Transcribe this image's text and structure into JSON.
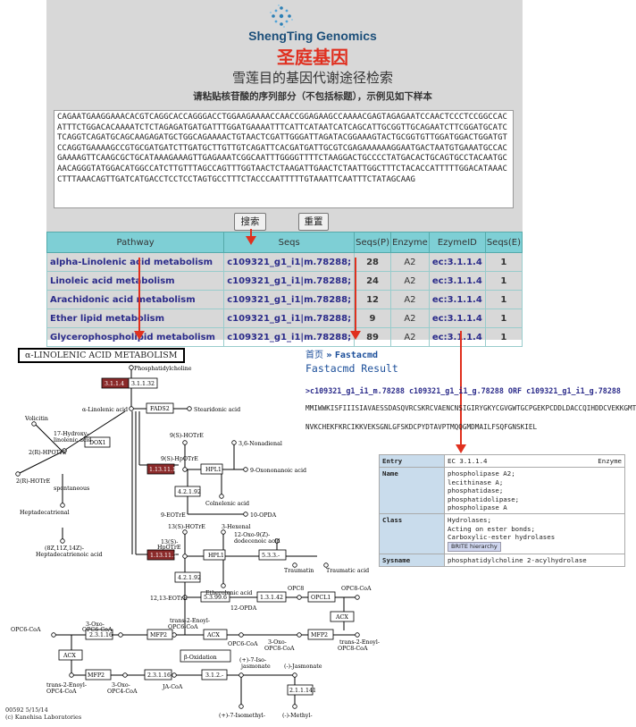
{
  "header": {
    "brand_en": "ShengTing Genomics",
    "brand_cn": "圣庭基因",
    "page_title": "雪莲目的基因代谢途径检索",
    "instruction": "请粘贴核苷酸的序列部分（不包括标题），示例见如下样本"
  },
  "input": {
    "sequence": "CAGAATGAAGGAAACACGTCAGGCACCAGGGACCTGGAAGAAAACCAACCGGAGAAGCCAAAACGAGTAGAGAATCCAACTCCCTCCGGCCACATTTCTGGACACAAAATCTCTAGAGATGATGATTTGGATGAAAATTTCATTCATAATCATCAGCATTGCGGTTGCAGAATCTTCGGATGCATCTCAGGTCAGATGCAGCAAGAGATGCTGGCAGAAAACTGTAACTCGATTGGGATTAGATACGGAAAGTACTGCGGTGTTGGATGGACTGGATGTCCAGGTGAAAAGCCGTGCGATGATCTTGATGCTTGTTGTCAGATTCACGATGATTGCGTCGAGAAAAAAGGAATGACTAATGTGAAATGCCACGAAAAGTTCAAGCGCTGCATAAAGAAAGTTGAGAAATCGGCAATTTGGGGTTTTCTAAGGACTGCCCCTATGACACTGCAGTGCCTACAATGCAACAGGGTATGGACATGGCCATCTTGTTTAGCCAGTTTGGTAACTCTAAGATTGAACTCTAATTGGCTTTCTACACCATTTTTGGACATAAACCTTTAAACAGTTGATCATGACCTCCTCCTAGTGCCTTTCTACCCAATTTTTGTAAATTCAATTTCTATAGCAAG",
    "search_label": "搜索",
    "reset_label": "重置"
  },
  "results": {
    "headers": [
      "Pathway",
      "Seqs",
      "Seqs(P)",
      "Enzyme",
      "EzymeID",
      "Seqs(E)"
    ],
    "rows": [
      {
        "pathway": "alpha-Linolenic acid metabolism",
        "seqs": "c109321_g1_i1|m.78288;",
        "seqs_p": "28",
        "enzyme": "A2",
        "ezyme_id": "ec:3.1.1.4",
        "seqs_e": "1"
      },
      {
        "pathway": "Linoleic acid metabolism",
        "seqs": "c109321_g1_i1|m.78288;",
        "seqs_p": "24",
        "enzyme": "A2",
        "ezyme_id": "ec:3.1.1.4",
        "seqs_e": "1"
      },
      {
        "pathway": "Arachidonic acid metabolism",
        "seqs": "c109321_g1_i1|m.78288;",
        "seqs_p": "12",
        "enzyme": "A2",
        "ezyme_id": "ec:3.1.1.4",
        "seqs_e": "1"
      },
      {
        "pathway": "Ether lipid metabolism",
        "seqs": "c109321_g1_i1|m.78288;",
        "seqs_p": "9",
        "enzyme": "A2",
        "ezyme_id": "ec:3.1.1.4",
        "seqs_e": "1"
      },
      {
        "pathway": "Glycerophospholipid metabolism",
        "seqs": "c109321_g1_i1|m.78288;",
        "seqs_p": "89",
        "enzyme": "A2",
        "ezyme_id": "ec:3.1.1.4",
        "seqs_e": "1"
      }
    ]
  },
  "kegg": {
    "title": "α-LINOLENIC ACID METABOLISM",
    "footer_line1": "00592 5/15/14",
    "footer_line2": "(c) Kanehisa Laboratories",
    "labels": {
      "phosphatidylcholine": "Phosphatidylcholine",
      "e3114": "3.1.1.4",
      "e31132": "3.1.1.32",
      "alpha_linolenic": "α-Linolenic acid",
      "fads2": "FADS2",
      "stearidonic": "Stearidonic acid",
      "volicitin": "Volicitin",
      "hydroxy17": "17-Hydroxy-",
      "linolenic_acid": "linolenic acid",
      "r2_hpotre": "2(R)-HPOTrE",
      "dox1": "DOX1",
      "r2_hotre": "2(R)-HOTrE",
      "spontaneous": "spontaneous",
      "heptadecatrienal": "Heptadecatrienal",
      "z8": "(8Z,11Z,14Z)-",
      "heptadecatrienoic": "Heptadecatrienoic acid",
      "s9_hotre": "9(S)-HOTrE",
      "s9_hpotre": "9(S)-HpOTrE",
      "e113112": "1.13.11.12",
      "hpl1": "HPL1",
      "nonadienal": "3,6-Nonadienal",
      "oxononanoic": "9-Oxononanoic acid",
      "colnelenic": "Colnelenic acid",
      "e42192": "4.2.1.92",
      "opda10": "10-OPDA",
      "eotre9": "9-EOTrE",
      "s13_hotre": "13(S)-HOTrE",
      "hexenal": "3-Hexenal",
      "s13": "13(S)-",
      "hpotre": "HpOTrE",
      "oxo12a": "12-Oxo-9(Z)-",
      "oxo12b": "dodecenoic acid",
      "e533": "5.3.3.-",
      "traumatin": "Traumatin",
      "traumatic": "Traumatic acid",
      "etherolenic": "Etherolenic acid",
      "eotre12": "12,13-EOTrE",
      "e53996": "5.3.99.6",
      "e13142": "1.3.1.42",
      "opc8": "OPC8",
      "opc8coa": "OPC8-CoA",
      "opcl1": "OPCL1",
      "opda12": "12-OPDA",
      "acx": "ACX",
      "opc6coa": "OPC6-CoA",
      "oxo3": "3-Oxo-",
      "trans2": "trans-2-Enoyl-",
      "e23116": "2.3.1.16",
      "mfp2": "MFP2",
      "beta_ox": "β-Oxidation",
      "opc4coa": "OPC4-CoA",
      "jacoa": "JA-CoA",
      "e312": "3.1.2.-",
      "iso7a": "(+)-7-Iso-",
      "iso7b": "jasmonate",
      "jasmonate_minus": "(-)-Jasmonate",
      "e211141": "2.1.1.141",
      "isomethyl": "(+)-7-Isomethyl-",
      "methyl": "(-)-Methyl-"
    }
  },
  "fasta": {
    "breadcrumb_home": "首页",
    "breadcrumb_sep": "»",
    "breadcrumb_current": "Fastacmd",
    "title": "Fastacmd Result",
    "header_line": ">c109321_g1_i1_m.78288 c109321_g1_i1_g.78288 ORF c109321_g1_i1_g.78288",
    "seq_line1": "MMIWWKISFIIISIAVAESSDASQVRCSKRCVAENCNSIGIRYGKYCGVGWTGCPGEKPCDDLDACCQIHDDCVEKKGMT",
    "seq_line2": "NVKCHEKFKRCIKKVEKSGNLGFSKDCPYDTAVPTMQQGMDMAILFSQFGNSKIEL"
  },
  "entry": {
    "entry_key": "Entry",
    "entry_val": "EC  3.1.1.4",
    "entry_type": "Enzyme",
    "name_key": "Name",
    "name_vals": [
      "phospholipase A2;",
      "lecithinase A;",
      "phosphatidase;",
      "phosphatidolipase;",
      "phospholipase A"
    ],
    "class_key": "Class",
    "class_vals": [
      "Hydrolases;",
      "Acting on ester bonds;",
      "Carboxylic-ester hydrolases"
    ],
    "brite_label": "BRITE hierarchy",
    "sysname_key": "Sysname",
    "sysname_val": "phosphatidylcholine 2-acylhydrolase"
  }
}
